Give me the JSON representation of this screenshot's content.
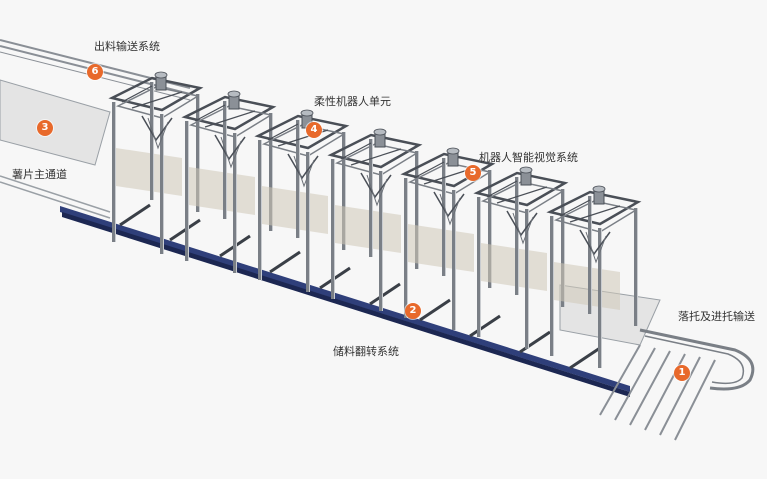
{
  "colors": {
    "badge": "#e8692b",
    "frame": "#7a7f86",
    "frame_dark": "#4a4f57",
    "belt": "#2f3f7a",
    "plate": "#e4e4e4",
    "background": "#f7f7f7"
  },
  "labels": {
    "outfeed": "出料输送系统",
    "robot_unit": "柔性机器人单元",
    "vision": "机器人智能视觉系统",
    "main_channel": "薯片主通道",
    "storage_turnover": "储料翻转系统",
    "tray_conveyor": "落托及进托输送"
  },
  "badges": {
    "b1": "1",
    "b2": "2",
    "b3": "3",
    "b4": "4",
    "b5": "5",
    "b6": "6"
  }
}
